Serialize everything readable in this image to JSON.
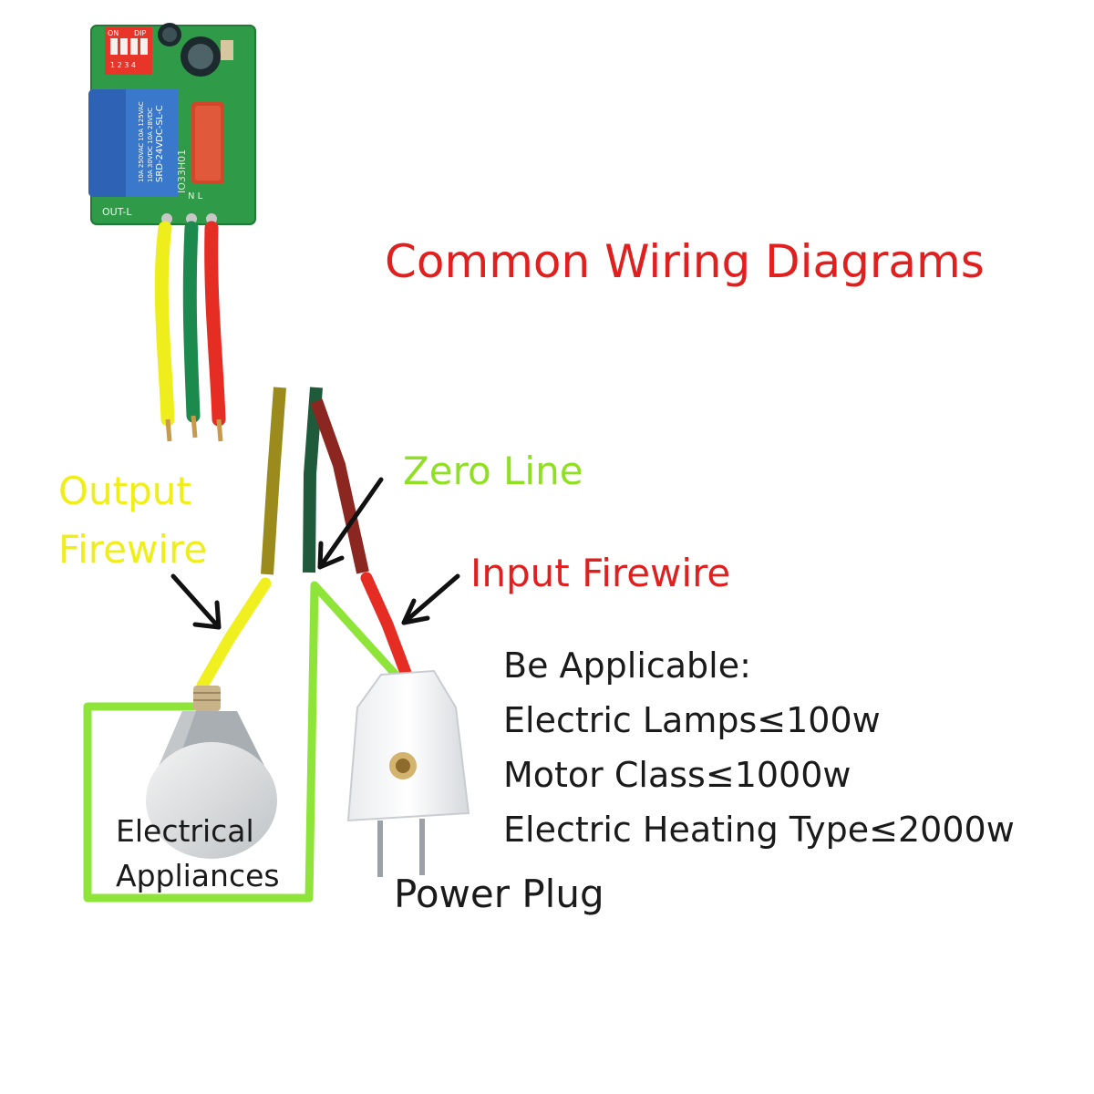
{
  "title": "Common Wiring Diagrams",
  "labels": {
    "zero_line": "Zero Line",
    "output_firewire_line1": "Output",
    "output_firewire_line2": "Firewire",
    "input_firewire": "Input Firewire",
    "electrical_appliances_line1": "Electrical",
    "electrical_appliances_line2": "Appliances",
    "power_plug": "Power Plug"
  },
  "board": {
    "terminal_label": "OUT-L",
    "relay_model": "SRD-24VDC-SL-C",
    "relay_rating_1": "10A 250VAC 10A 125VAC",
    "relay_rating_2": "10A 30VDC 10A 28VDC",
    "module_code": "IO33H01",
    "dip_on": "ON",
    "dip_label": "DIP",
    "dip_numbers": "1 2 3 4",
    "pin_labels": "N   L"
  },
  "specs": {
    "heading": "Be Applicable:",
    "items": [
      "Electric Lamps≤100w",
      "Motor Class≤1000w",
      "Electric Heating Type≤2000w"
    ]
  },
  "colors": {
    "title": "#e0201e",
    "zero_line": "#8fe022",
    "output_firewire": "#f0ee18",
    "input_firewire": "#e0201e",
    "loop_wire": "#8fe43a",
    "yellow_wire": "#eeee1c",
    "red_wire": "#e52d24",
    "green_wire": "#1b8a4c",
    "pcb": "#2f9a48",
    "relay": "#2e62b5",
    "capacitor": "#d2462a"
  }
}
